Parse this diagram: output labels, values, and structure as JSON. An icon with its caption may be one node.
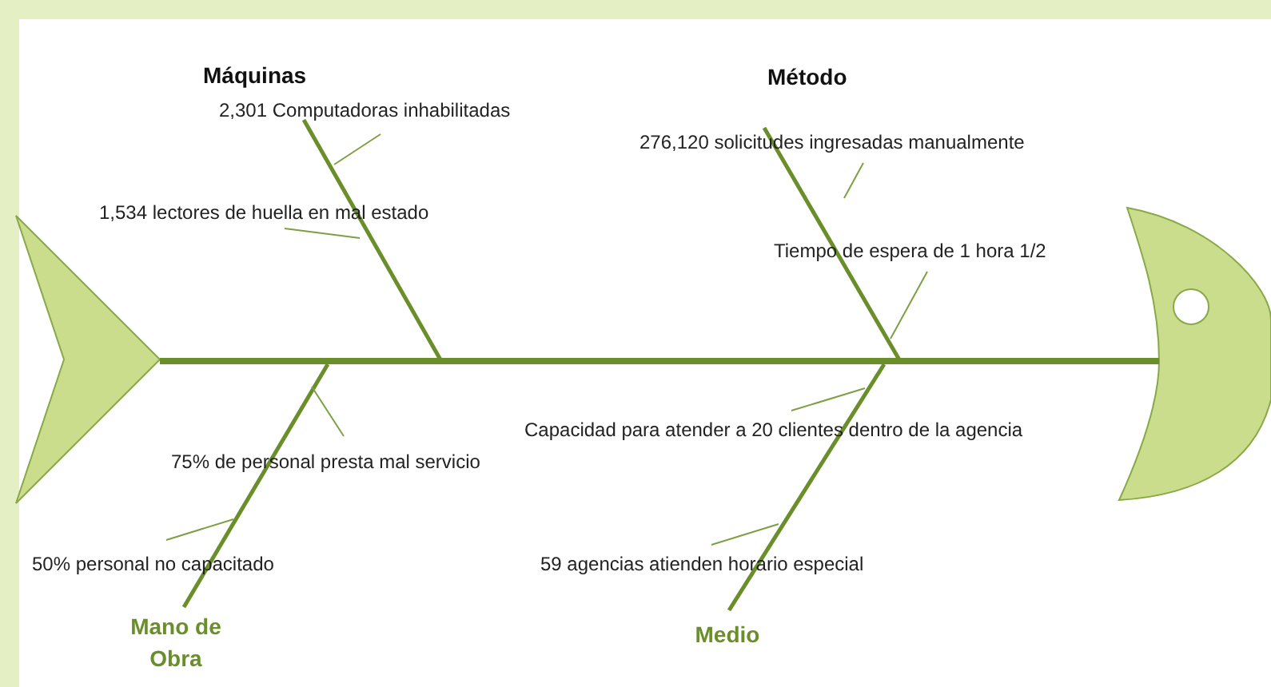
{
  "diagram": {
    "nodes": [
      {
        "text": [],
        "shape": "triangle"
      },
      {
        "text": [
          "Máquinas"
        ]
      },
      {
        "text": [
          "Método"
        ]
      },
      {
        "text": [
          "2,301 Computadoras inhabilitadas"
        ]
      },
      {
        "text": [
          "276,120 solicitudes ingresadas manualmente"
        ]
      },
      {
        "text": [
          "1,534 lectores de huella en mal estado"
        ]
      },
      {
        "text": [
          "Tiempo de espera de 1 hora 1/2"
        ]
      },
      {
        "text": [],
        "shape": "semicircle"
      },
      {
        "text": [
          "Capacidad para atender a 20 clientes dentro de la agencia"
        ]
      },
      {
        "text": [
          "75% de personal presta mal servicio"
        ]
      },
      {
        "text": [
          "50% personal no capacitado"
        ]
      },
      {
        "text": [
          "59 agencias atienden horario especial"
        ]
      },
      {
        "text": [
          "Mano de Obra"
        ]
      },
      {
        "text": [
          "Medio"
        ]
      }
    ],
    "edges": [
      {
        "from": 0,
        "to": 7,
        "arrow": "none",
        "style": "thick"
      },
      {
        "from": 1,
        "to": null,
        "arrow": "none",
        "style": "thick"
      },
      {
        "from": 2,
        "to": null,
        "arrow": "none",
        "style": "thick"
      },
      {
        "from": 12,
        "to": null,
        "arrow": "none",
        "style": "thick"
      },
      {
        "from": 13,
        "to": null,
        "arrow": "none",
        "style": "thick"
      },
      {
        "from": 3,
        "to": null,
        "arrow": "none"
      },
      {
        "from": 5,
        "to": null,
        "arrow": "none"
      },
      {
        "from": 4,
        "to": null,
        "arrow": "none"
      },
      {
        "from": 6,
        "to": null,
        "arrow": "none"
      },
      {
        "from": 9,
        "to": null,
        "arrow": "none"
      },
      {
        "from": 10,
        "to": null,
        "arrow": "none"
      },
      {
        "from": 8,
        "to": null,
        "arrow": "none"
      },
      {
        "from": 11,
        "to": null,
        "arrow": "none"
      }
    ]
  }
}
